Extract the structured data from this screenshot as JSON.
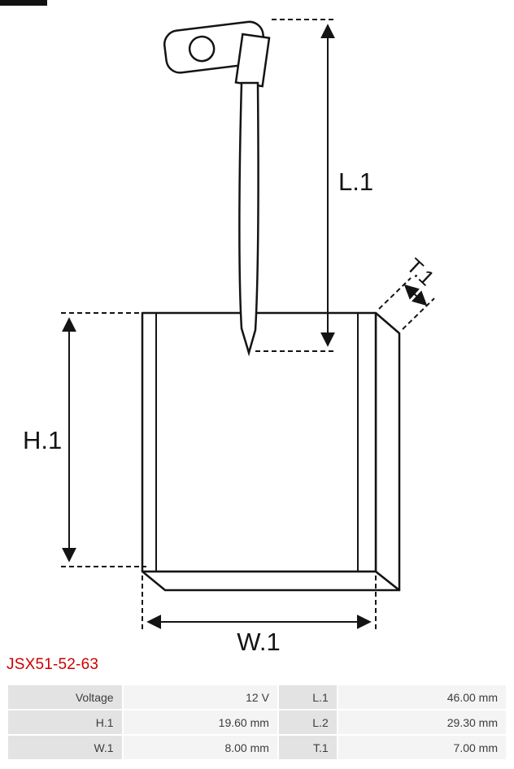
{
  "page": {
    "background": "#ffffff",
    "accent_red": "#cc0000",
    "line_color": "#141414"
  },
  "product": {
    "part_number": "JSX51-52-63"
  },
  "diagram": {
    "type": "technical-drawing",
    "subject": "starter-motor-carbon-brush-with-lead-wire-and-ring-terminal",
    "labels": {
      "l1": "L.1",
      "h1": "H.1",
      "w1": "W.1",
      "t1": "T.1"
    }
  },
  "spec_table": {
    "label_bg": "#e3e3e3",
    "value_bg": "#f4f4f4",
    "rows": [
      {
        "c0_label": "Voltage",
        "c0_value": "12 V",
        "c1_label": "L.1",
        "c1_value": "46.00 mm"
      },
      {
        "c0_label": "H.1",
        "c0_value": "19.60 mm",
        "c1_label": "L.2",
        "c1_value": "29.30 mm"
      },
      {
        "c0_label": "W.1",
        "c0_value": "8.00 mm",
        "c1_label": "T.1",
        "c1_value": "7.00 mm"
      }
    ]
  }
}
